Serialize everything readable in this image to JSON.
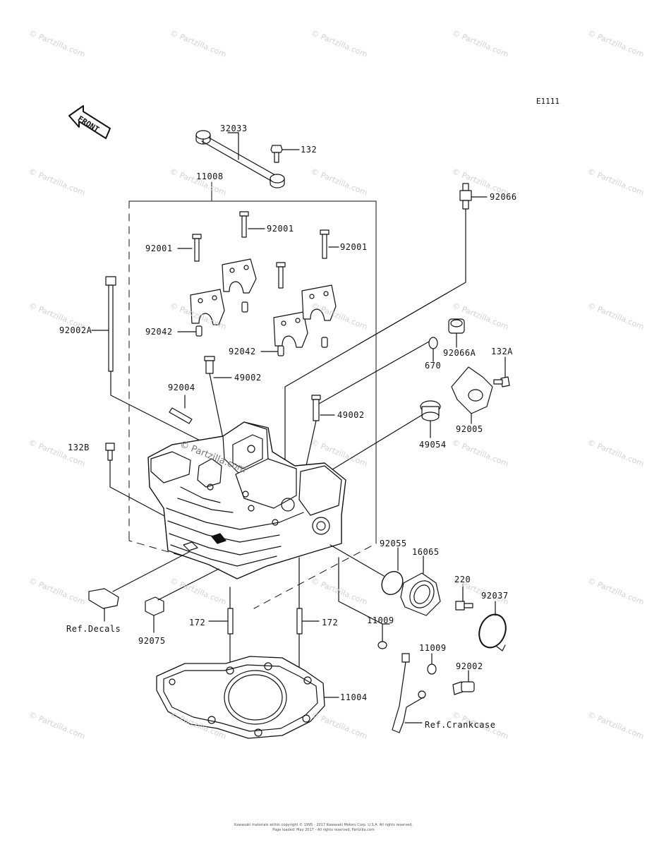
{
  "diagram_code": "E1111",
  "watermark": "© Partzilla.com",
  "front_label": "FRONT",
  "callouts": {
    "p32033": "32033",
    "p132": "132",
    "p11008": "11008",
    "p92066": "92066",
    "p92001a": "92001",
    "p92001b": "92001",
    "p92001c": "92001",
    "p92042a": "92042",
    "p92042b": "92042",
    "p92002A": "92002A",
    "p670": "670",
    "p92066A": "92066A",
    "p132A": "132A",
    "p49002a": "49002",
    "p49002b": "49002",
    "p92004": "92004",
    "p92005": "92005",
    "p49054": "49054",
    "p132B": "132B",
    "p92055": "92055",
    "p16065": "16065",
    "p220": "220",
    "p92037": "92037",
    "pRefDecals": "Ref.Decals",
    "p92075": "92075",
    "p172a": "172",
    "p172b": "172",
    "p11009a": "11009",
    "p11009b": "11009",
    "p92002": "92002",
    "p11004": "11004",
    "pRefCrankcase": "Ref.Crankcase"
  },
  "copyright_lines": [
    "Kawasaki materials within copyright © 1995 - 2017 Kawasaki Motors Corp. U.S.A. All rights reserved.",
    "Page loaded: May 2017 - All rights reserved, Partzilla.com"
  ]
}
